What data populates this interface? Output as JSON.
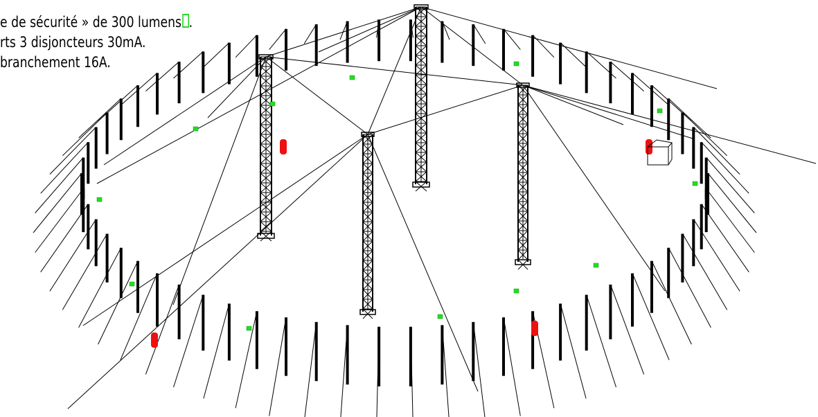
{
  "notes": {
    "line1": "e de sécurité » de 300 lumens",
    "line1_end": ".",
    "line2": "rts 3 disjoncteurs 30mA.",
    "line3": "branchement 16A."
  },
  "colors": {
    "background": "#ffffff",
    "structure": "#000000",
    "emergency_light": "#22dd22",
    "extinguisher": "#ee1111"
  },
  "legend_icons": {
    "green_square": "missing-glyph-box",
    "green_dot": "emergency-light-icon",
    "red_capsule": "fire-extinguisher-icon",
    "wire_box": "electrical-box-icon"
  }
}
